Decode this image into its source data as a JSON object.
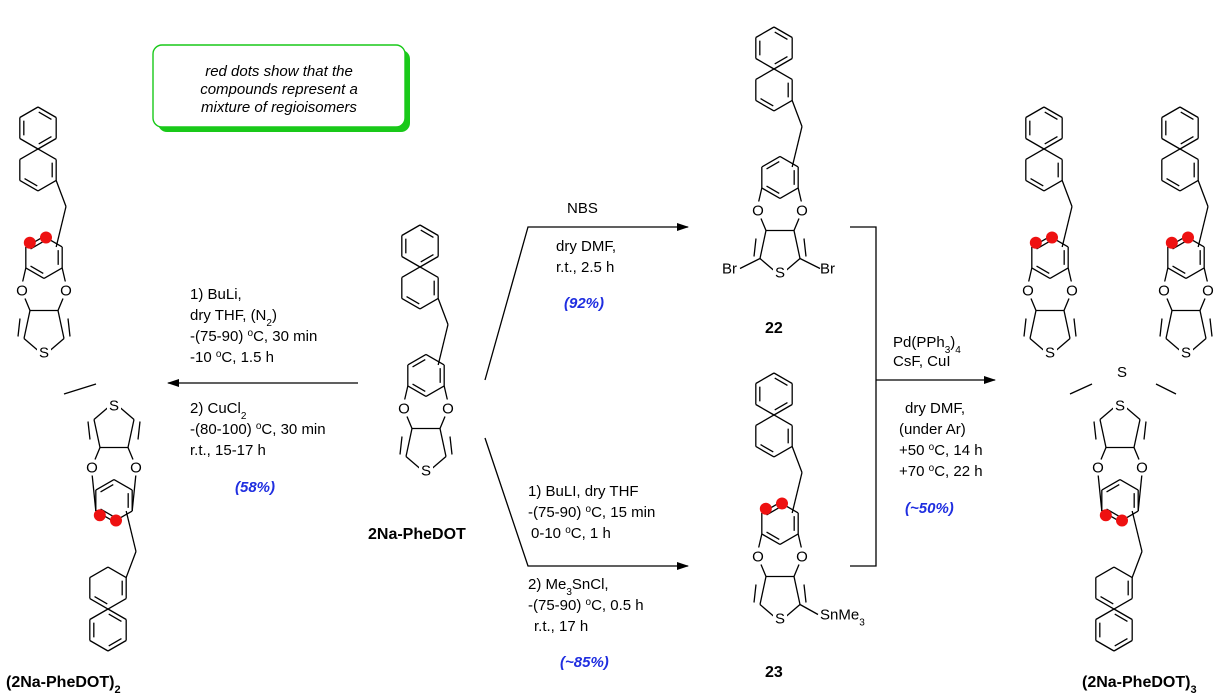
{
  "colors": {
    "yield": "#1f2ee0",
    "note_text": "#e8141c",
    "note_border": "#19c919",
    "dot": "#ee1111"
  },
  "note": {
    "lines": [
      "red dots show that the",
      "compounds represent a",
      "mixture of regioisomers"
    ]
  },
  "atoms": {
    "O": "O",
    "S": "S",
    "Br": "Br",
    "SnMe3": "SnMe",
    "SnMe3_sub": "3"
  },
  "compounds": {
    "start": "2Na-PheDOT",
    "c22": "22",
    "c23": "23",
    "dimer": {
      "main": "(2Na-PheDOT)",
      "sub": "2"
    },
    "trimer": {
      "main": "(2Na-PheDOT)",
      "sub": "3"
    }
  },
  "conditions": {
    "dimer": {
      "l1": "1) BuLi,",
      "l2": "dry THF,  (N",
      "l2_sub": "2",
      "l2_end": ")",
      "l3": "-(75-90) ",
      "l3_sup": "o",
      "l3_end": "C, 30 min",
      "l4": "-10 ",
      "l4_sup": "o",
      "l4_end": "C, 1.5 h",
      "l5": "2) CuCl",
      "l5_sub": "2",
      "l6": "-(80-100) ",
      "l6_sup": "o",
      "l6_end": "C, 30 min",
      "l7": "r.t., 15-17 h",
      "yield": "(58%)"
    },
    "bromination": {
      "reagent": "NBS",
      "l1": "dry DMF,",
      "l2": "r.t., 2.5 h",
      "yield": "(92%)"
    },
    "stannylation": {
      "l1": "1) BuLI, dry THF",
      "l2": "-(75-90) ",
      "l2_sup": "o",
      "l2_end": "C, 15 min",
      "l3": "0-10 ",
      "l3_sup": "o",
      "l3_end": "C, 1 h",
      "l4": "2) Me",
      "l4_sub": "3",
      "l4_end": "SnCl,",
      "l5": "-(75-90) ",
      "l5_sup": "o",
      "l5_end": "C, 0.5 h",
      "l6": "r.t., 17 h",
      "yield": "(~85%)"
    },
    "coupling": {
      "l1": "Pd(PPh",
      "l1_sub": "3",
      "l1_end": ")",
      "l1_sub2": "4",
      "l2": "CsF, CuI",
      "l3": "dry DMF,",
      "l4": "(under Ar)",
      "l5": "+50 ",
      "l5_sup": "o",
      "l5_end": "C, 14 h",
      "l6": "+70 ",
      "l6_sup": "o",
      "l6_end": "C, 22 h",
      "yield": "(~50%)"
    }
  }
}
